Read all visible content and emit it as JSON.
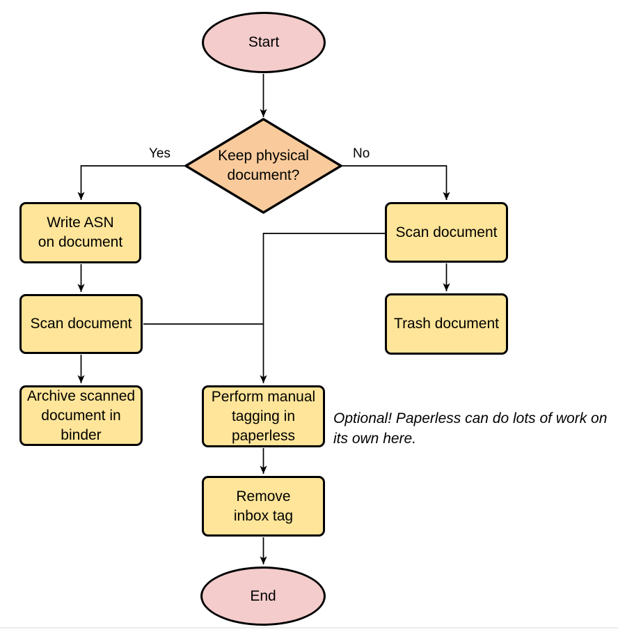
{
  "diagram": {
    "type": "flowchart",
    "colors": {
      "terminal_fill": "#F4CCCC",
      "decision_fill": "#F9CB9C",
      "process_fill": "#FFE599",
      "stroke": "#000000",
      "background": "#FFFFFF"
    },
    "nodes": {
      "start": {
        "type": "terminal",
        "label": "Start"
      },
      "decision": {
        "type": "decision",
        "label": "Keep physical\ndocument?"
      },
      "write_asn": {
        "type": "process",
        "label": "Write ASN\non document"
      },
      "scan_left": {
        "type": "process",
        "label": "Scan document"
      },
      "archive": {
        "type": "process",
        "label": "Archive scanned\ndocument in\nbinder"
      },
      "scan_right": {
        "type": "process",
        "label": "Scan document"
      },
      "trash": {
        "type": "process",
        "label": "Trash document"
      },
      "perform_tagging": {
        "type": "process",
        "label": "Perform manual\ntagging in\npaperless"
      },
      "remove_inbox_tag": {
        "type": "process",
        "label": "Remove\ninbox tag"
      },
      "end": {
        "type": "terminal",
        "label": "End"
      }
    },
    "edge_labels": {
      "yes": "Yes",
      "no": "No"
    },
    "annotation": "Optional! Paperless can do lots of work on\nits own here."
  }
}
